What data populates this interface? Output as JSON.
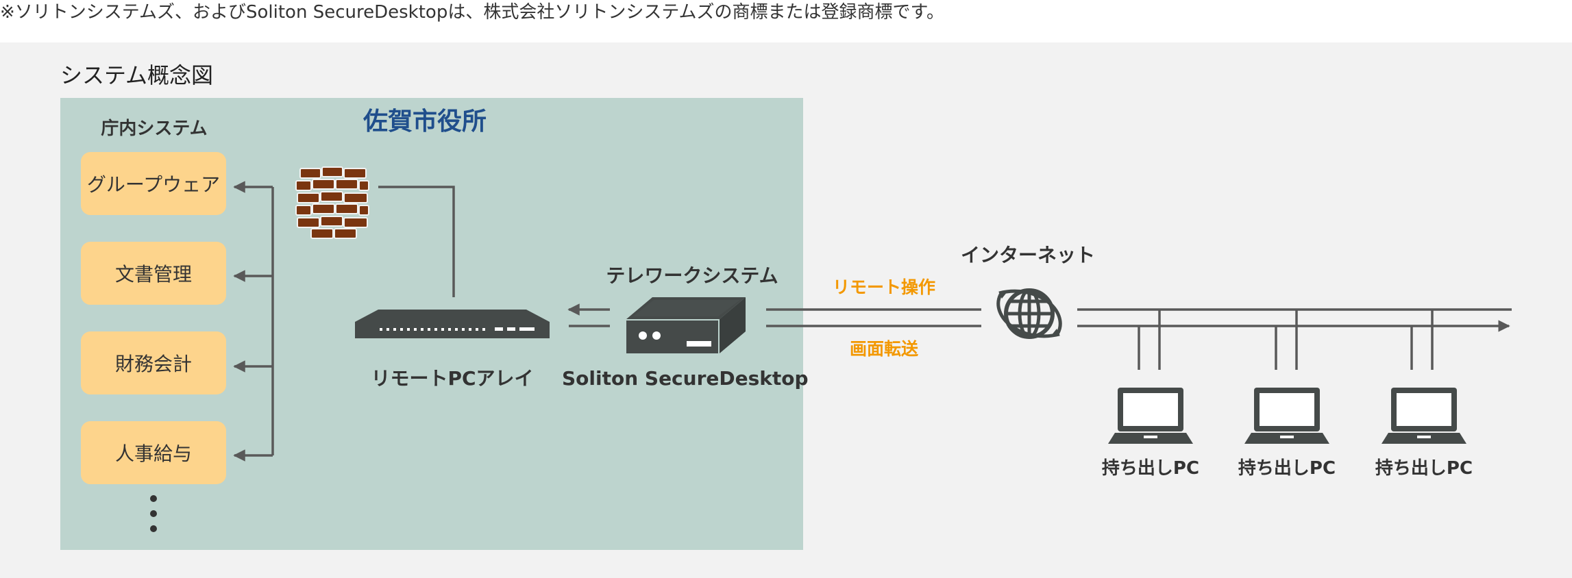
{
  "notice": "※ソリトンシステムズ、およびSoliton SecureDesktopは、株式会社ソリトンシステムズの商標または登録商標です。",
  "diagram": {
    "title": "システム概念図",
    "office_name": "佐賀市役所",
    "internal_systems_label": "庁内システム",
    "internal_systems": [
      {
        "label": "グループウェア"
      },
      {
        "label": "文書管理"
      },
      {
        "label": "財務会計"
      },
      {
        "label": "人事給与"
      }
    ],
    "remote_pc_array_label": "リモートPCアレイ",
    "telework_system_label": "テレワークシステム",
    "telework_product_label": "Soliton SecureDesktop",
    "internet_label": "インターネット",
    "remote_operation_label": "リモート操作",
    "screen_transfer_label": "画面転送",
    "portable_pcs": [
      {
        "label": "持ち出しPC"
      },
      {
        "label": "持ち出しPC"
      },
      {
        "label": "持ち出しPC"
      }
    ]
  },
  "colors": {
    "panel_background": "#f2f2f2",
    "office_background": "#bdd4ce",
    "system_box": "#fdd48c",
    "office_title": "#1f4e8c",
    "accent_orange": "#f39800",
    "device_gray": "#454a49",
    "firewall_brick": "#7a3510",
    "line_gray": "#595959"
  },
  "icons": [
    "firewall-icon",
    "server-rack-icon",
    "telework-device-icon",
    "globe-icon",
    "laptop-icon",
    "vertical-dots-icon"
  ]
}
